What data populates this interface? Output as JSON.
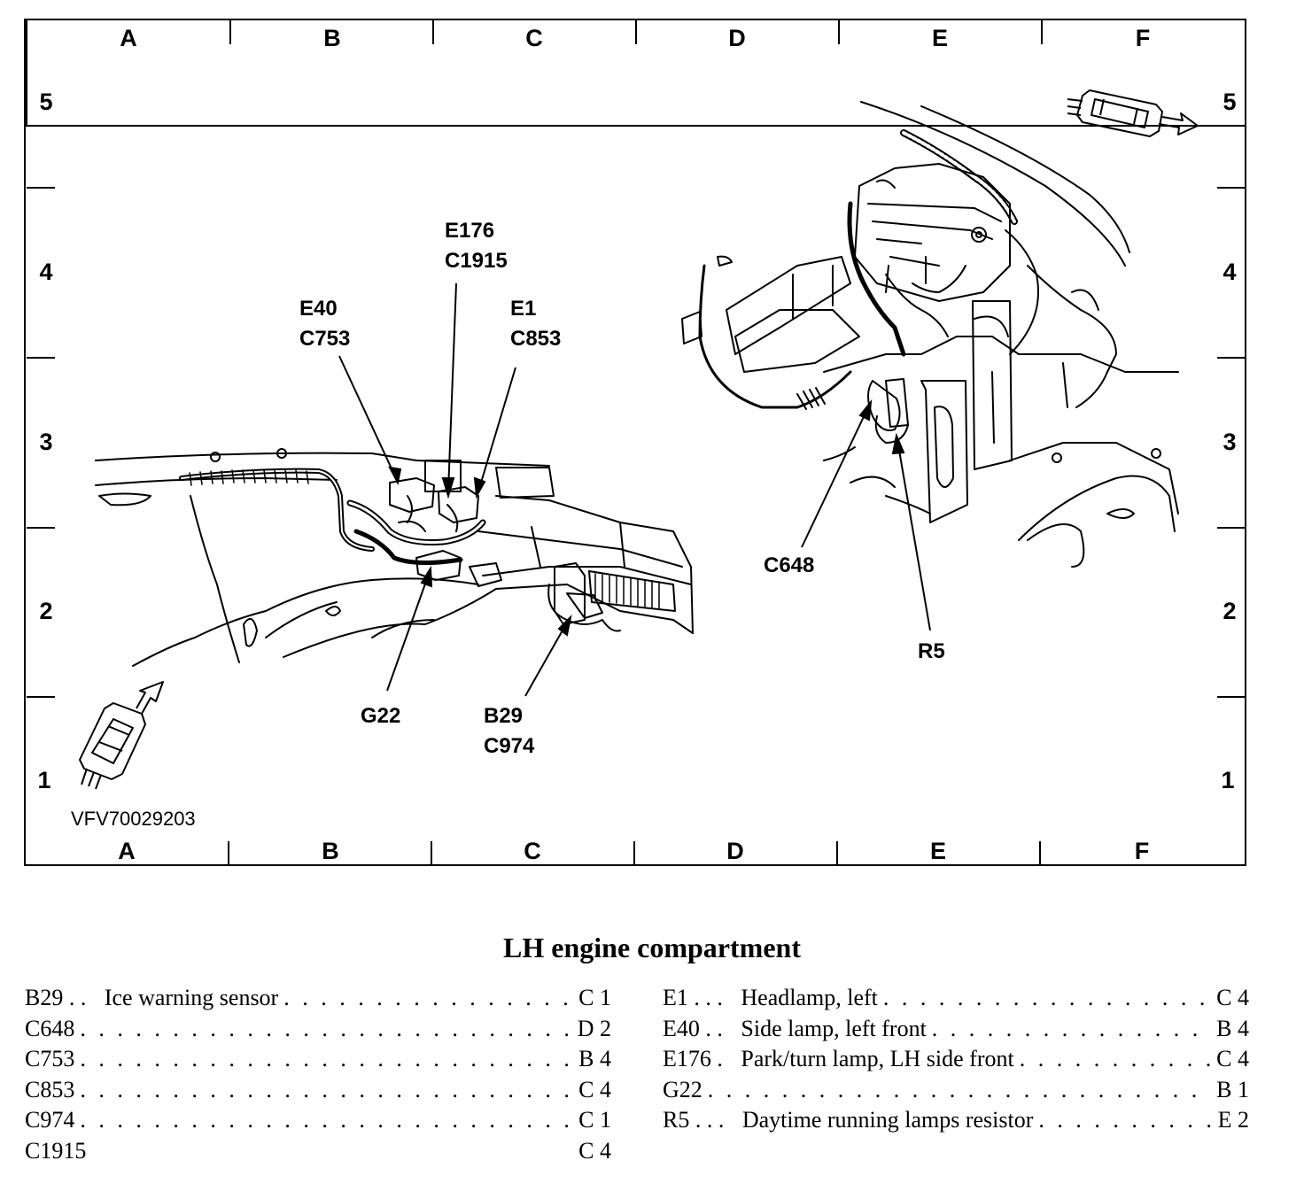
{
  "grid": {
    "columns": [
      "A",
      "B",
      "C",
      "D",
      "E",
      "F"
    ],
    "rows": [
      "5",
      "4",
      "3",
      "2",
      "1"
    ]
  },
  "drawing_id": "VFV70029203",
  "callouts": [
    {
      "id": "e176-c1915",
      "lines": [
        "E176",
        "C1915"
      ]
    },
    {
      "id": "e40-c753",
      "lines": [
        "E40",
        "C753"
      ]
    },
    {
      "id": "e1-c853",
      "lines": [
        "E1",
        "C853"
      ]
    },
    {
      "id": "g22",
      "lines": [
        "G22"
      ]
    },
    {
      "id": "b29-c974",
      "lines": [
        "B29",
        "C974"
      ]
    },
    {
      "id": "c648",
      "lines": [
        "C648"
      ]
    },
    {
      "id": "r5",
      "lines": [
        "R5"
      ]
    }
  ],
  "caption": "LH engine compartment",
  "legend_left": [
    {
      "code": "B29",
      "sep": " . . ",
      "desc": "Ice warning sensor",
      "grid": "C 1"
    },
    {
      "code": "C648",
      "sep": "",
      "desc": "",
      "grid": "D 2"
    },
    {
      "code": "C753",
      "sep": "",
      "desc": "",
      "grid": "B 4"
    },
    {
      "code": "C853",
      "sep": "",
      "desc": "",
      "grid": "C 4"
    },
    {
      "code": "C974",
      "sep": "",
      "desc": "",
      "grid": "C 1"
    },
    {
      "code": "C1915",
      "sep": "",
      "desc": "",
      "grid": "C 4"
    }
  ],
  "legend_right": [
    {
      "code": "E1",
      "sep": " . . . ",
      "desc": "Headlamp, left",
      "grid": "C 4"
    },
    {
      "code": "E40",
      "sep": " . . ",
      "desc": "Side lamp, left front",
      "grid": "B 4"
    },
    {
      "code": "E176",
      "sep": " . ",
      "desc": "Park/turn lamp, LH side front",
      "grid": "C 4"
    },
    {
      "code": "G22",
      "sep": "",
      "desc": "",
      "grid": "B 1"
    },
    {
      "code": "R5",
      "sep": " . . . ",
      "desc": "Daytime running lamps resistor",
      "grid": "E 2"
    }
  ]
}
